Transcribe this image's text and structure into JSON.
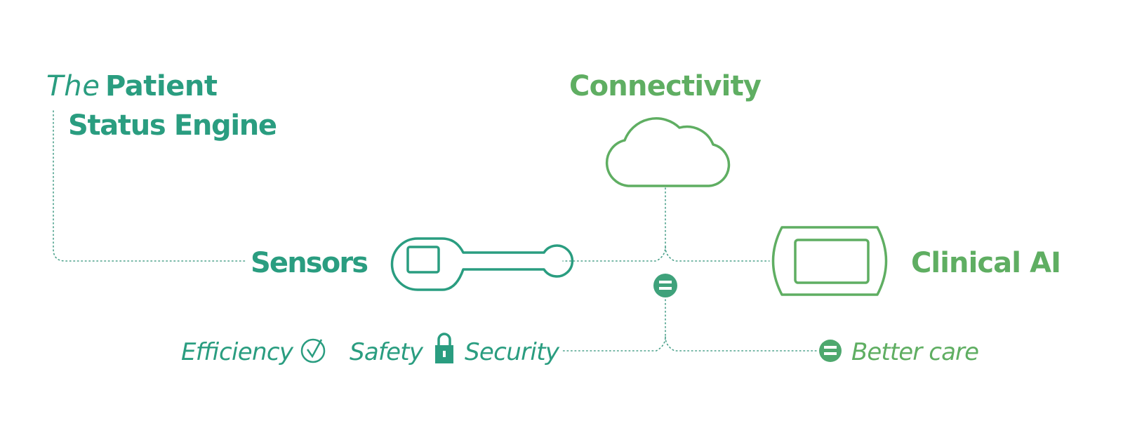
{
  "title": {
    "prefix": "The",
    "line1": "Patient",
    "line2": "Status Engine"
  },
  "nodes": {
    "sensors": "Sensors",
    "connectivity": "Connectivity",
    "clinical_ai": "Clinical AI"
  },
  "benefits": {
    "efficiency": "Efficiency",
    "safety": "Safety",
    "security": "Security",
    "better_care": "Better care"
  },
  "colors": {
    "teal": "#2a9d80",
    "green": "#5fae62",
    "dots": "#4aa08a"
  }
}
